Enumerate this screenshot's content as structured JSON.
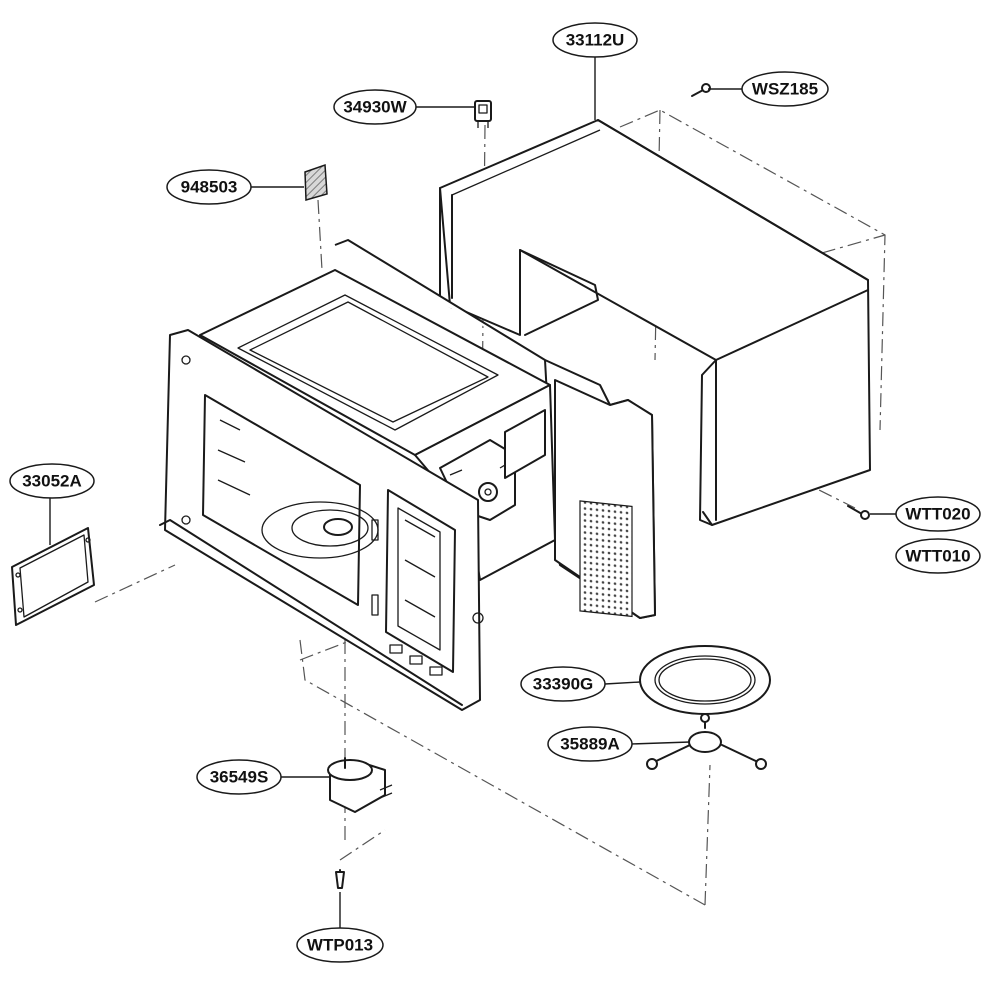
{
  "callouts": [
    {
      "id": "cabinet",
      "label": "33112U"
    },
    {
      "id": "cabinet-screw",
      "label": "WSZ185"
    },
    {
      "id": "switch",
      "label": "34930W"
    },
    {
      "id": "insulation-pad",
      "label": "948503"
    },
    {
      "id": "cover-plate",
      "label": "33052A"
    },
    {
      "id": "rear-screw-1",
      "label": "WTT020"
    },
    {
      "id": "rear-screw-2",
      "label": "WTT010"
    },
    {
      "id": "turntable-tray",
      "label": "33390G"
    },
    {
      "id": "roller-ring",
      "label": "35889A"
    },
    {
      "id": "turntable-motor",
      "label": "36549S"
    },
    {
      "id": "motor-screw",
      "label": "WTP013"
    }
  ]
}
